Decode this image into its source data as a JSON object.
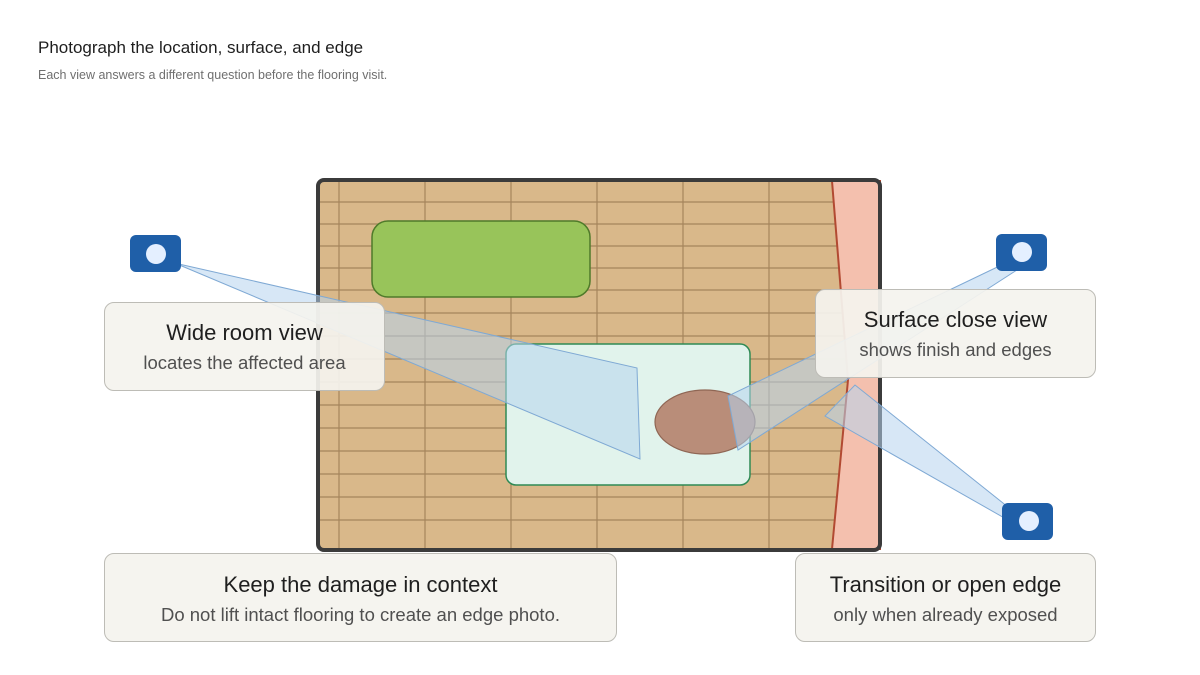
{
  "header": {
    "title": "Photograph the location, surface, and edge",
    "subtitle": "Each view answers a different question before the flooring visit."
  },
  "cards": {
    "wide": {
      "heading": "Wide room view",
      "subtext": "locates the affected area"
    },
    "surface": {
      "heading": "Surface close view",
      "subtext": "shows finish and edges"
    },
    "context": {
      "heading": "Keep the damage in context",
      "subtext": "Do not lift intact flooring to create an edge photo."
    },
    "edge": {
      "heading": "Transition or open edge",
      "subtext": "only when already exposed"
    }
  },
  "icons": [
    "camera-icon-wide",
    "camera-icon-surface",
    "camera-icon-edge"
  ],
  "colors": {
    "floor": "#d9b88a",
    "floor_border": "#3b3b3b",
    "plank_line": "#9c7d55",
    "threshold": "#f4c0ae",
    "threshold_border": "#b24a32",
    "rug": "#98c45a",
    "damage_zone": "#e1f3ec",
    "damage_spot": "#b98d79",
    "camera": "#1f5fa8",
    "view_cone": "#b7d4ee"
  }
}
